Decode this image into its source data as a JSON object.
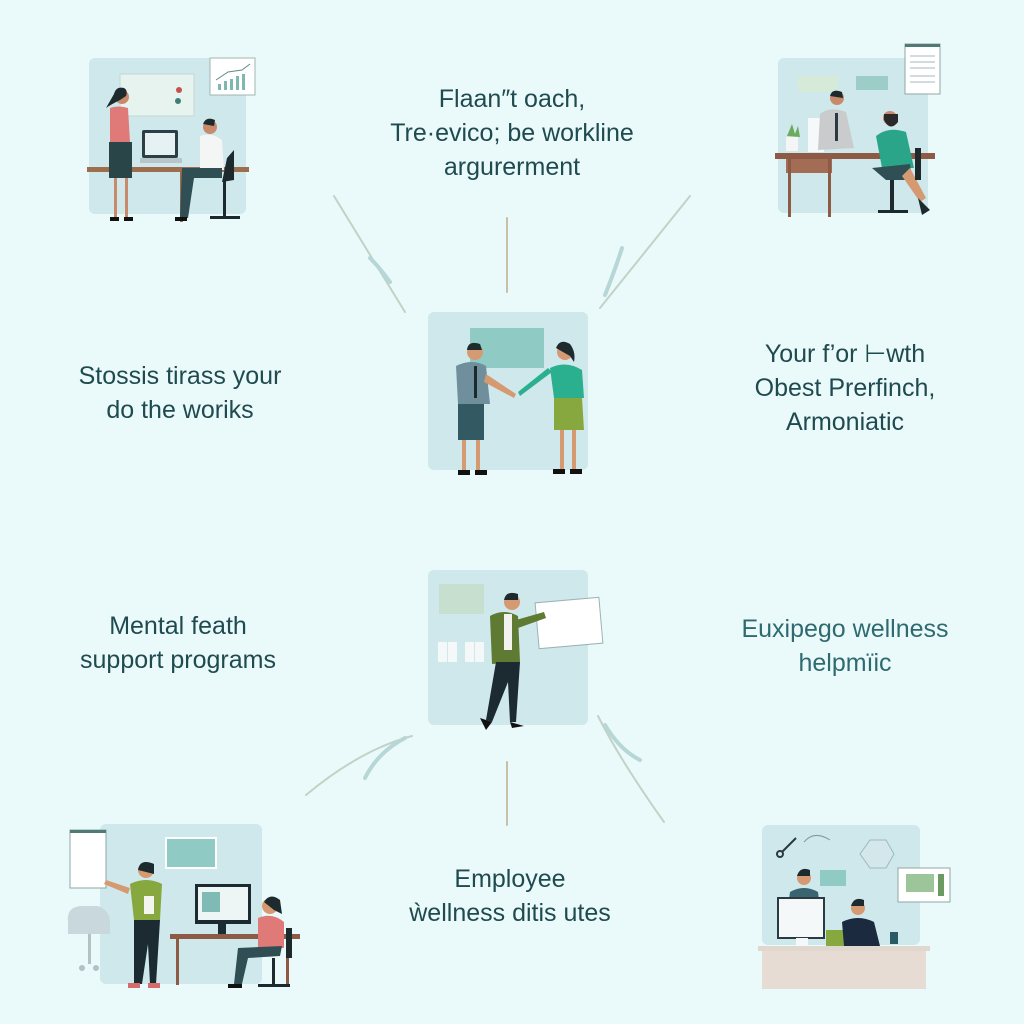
{
  "labels": {
    "top_center": [
      "Flaan″t oach,",
      "Tre·evico; be workline",
      "argurerment"
    ],
    "middle_left": [
      "Stossis tirass your",
      "do the woriks"
    ],
    "middle_right": [
      "Your f’or ⊢wth",
      "Obest Prerfinch,",
      "Armoniatic"
    ],
    "lower_left": [
      "Mental feath",
      "support programs"
    ],
    "lower_right": [
      "Euxipego wellness",
      "helpmïic"
    ],
    "bottom_center": [
      "Employee",
      "ẁellness ditis utes"
    ]
  },
  "illustrations": {
    "top_left": "woman presenting to seated man at laptop, chart poster",
    "top_right": "two men meeting at desk, document poster",
    "center": "man and woman shaking hands",
    "lower_center": "man presenting a document board",
    "bottom_left": "woman presenting flipchart, colleague at computer",
    "bottom_right": "two men at front desk with computer"
  },
  "colors": {
    "background": "#eafafa",
    "panel": "#cfe8ec",
    "text": "#1f4a4f",
    "accent_teal": "#2bb08f",
    "accent_green": "#7da33e",
    "connector": "#b9c9b8"
  }
}
